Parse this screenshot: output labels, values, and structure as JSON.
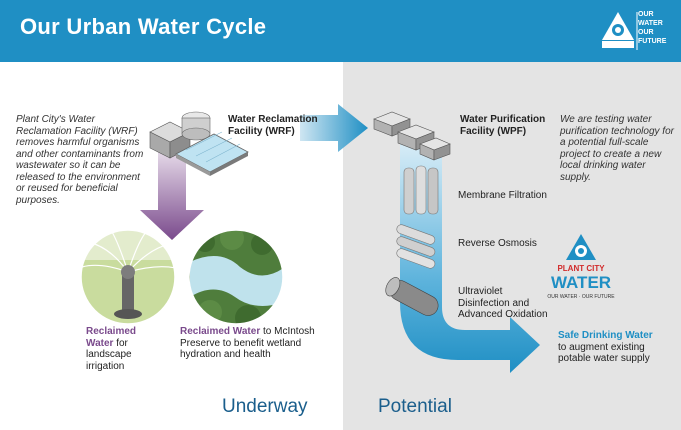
{
  "header": {
    "title": "Our Urban Water Cycle"
  },
  "logo": {
    "tagline": [
      "OUR",
      "WATER",
      "OUR",
      "FUTURE"
    ]
  },
  "left": {
    "description": "Plant City's Water Reclamation Facility (WRF) removes harmful organisms and other contaminants from wastewater so it can be released to the environment or reused for beneficial purposes.",
    "facility_label": "Water Reclamation Facility (WRF)",
    "irrigation": {
      "highlight": "Reclaimed Water",
      "rest": " for landscape irrigation"
    },
    "wetland": {
      "highlight": "Reclaimed Water",
      "rest": " to McIntosh Preserve to benefit wetland hydration and health"
    },
    "bottom_label": "Underway"
  },
  "right": {
    "facility_label": "Water Purification Facility (WPF)",
    "description": "We are testing water purification technology for a potential full-scale project to create a new local drinking water supply.",
    "steps": [
      "Membrane Filtration",
      "Reverse Osmosis",
      "Ultraviolet Disinfection and Advanced Oxidation"
    ],
    "drinking": {
      "highlight": "Safe Drinking Water",
      "rest": " to augment existing potable water supply"
    },
    "bottom_label": "Potential"
  },
  "plant_logo": {
    "line1": "PLANT CITY",
    "line2": "WATER",
    "motto": "OUR WATER · OUR FUTURE"
  },
  "colors": {
    "header": "#1f8fc4",
    "potential_bg": "#e4e4e4",
    "reclaimed": "#7a4a8c",
    "drinking": "#1f8fc4",
    "bottom_text": "#1a5e8c"
  }
}
